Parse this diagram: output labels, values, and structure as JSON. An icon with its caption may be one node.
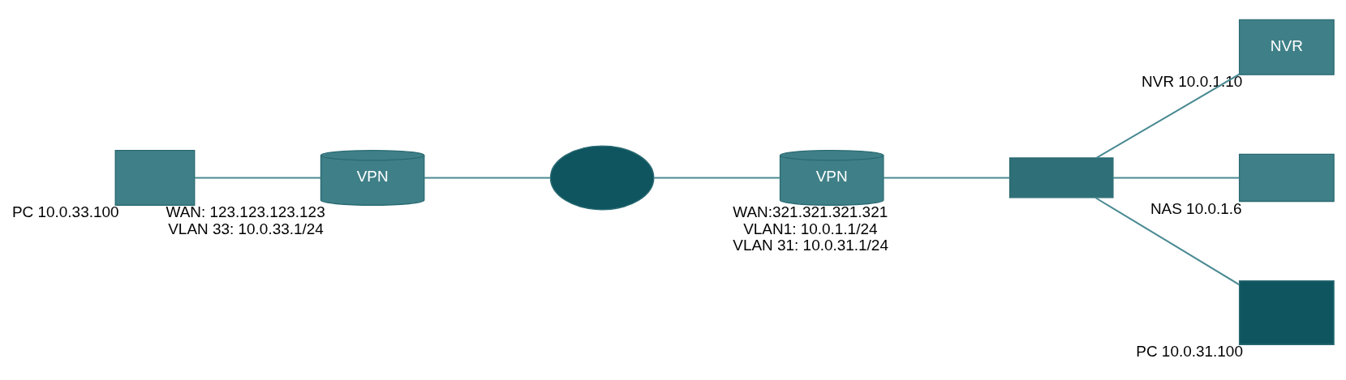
{
  "diagram": {
    "nodes": [
      {
        "text": [],
        "shape": "box",
        "beside": [
          "PC 10.0.33.100"
        ]
      },
      {
        "text": [
          "VPN"
        ],
        "beside": [
          "WAN: 123.123.123.123 VLAN 33: 10.0.33.1/24"
        ]
      },
      {
        "text": [],
        "shape": "cloud"
      },
      {
        "text": [
          "VPN"
        ],
        "beside": [
          "WAN:321.321.321.321 VLAN1: 10.0.1.1/24 VLAN 31: 10.0.31.1/24"
        ]
      },
      {
        "text": [],
        "shape": "box"
      },
      {
        "text": [
          "NVR"
        ],
        "beside": [
          "NVR 10.0.1.10"
        ]
      },
      {
        "text": [],
        "shape": "box",
        "beside": [
          "NAS 10.0.1.6"
        ]
      },
      {
        "text": [],
        "shape": "box",
        "beside": [
          "PC 10.0.31.100"
        ]
      }
    ],
    "edges": [
      {
        "from": 0,
        "to": 1,
        "arrow": "none"
      },
      {
        "from": 1,
        "to": 2,
        "arrow": "none"
      },
      {
        "from": 2,
        "to": 3,
        "arrow": "none"
      },
      {
        "from": 3,
        "to": 4,
        "arrow": "none"
      },
      {
        "from": 4,
        "to": 5,
        "arrow": "none"
      },
      {
        "from": 4,
        "to": 6,
        "arrow": "none"
      },
      {
        "from": 4,
        "to": 7,
        "arrow": "none"
      }
    ]
  }
}
